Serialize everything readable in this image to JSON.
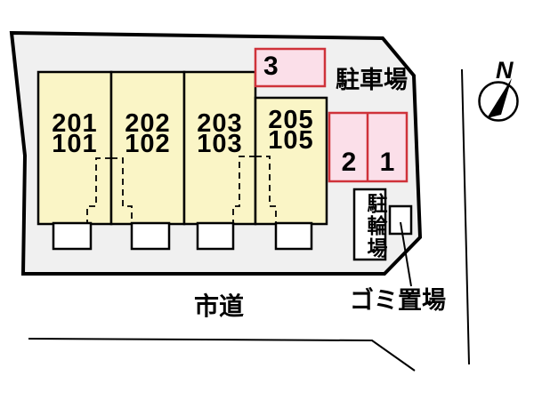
{
  "site_plan": {
    "units": [
      {
        "label": "201\n101"
      },
      {
        "label": "202\n102"
      },
      {
        "label": "203\n103"
      },
      {
        "label": "205\n105"
      }
    ],
    "parking": {
      "area_label": "駐車場",
      "space_top": "3",
      "space_left": "2",
      "space_right": "1"
    },
    "bicycle_parking_label": "駐輪場",
    "garbage_label": "ゴミ置場",
    "road_label": "市道",
    "compass_label": "N"
  },
  "colors": {
    "site_fill": "#f0f0f0",
    "building_fill": "#faf5c6",
    "parking_fill": "#fbdfe9",
    "parking_border": "#cf323a",
    "line_color": "#000000",
    "box_fill": "#ffffff"
  }
}
